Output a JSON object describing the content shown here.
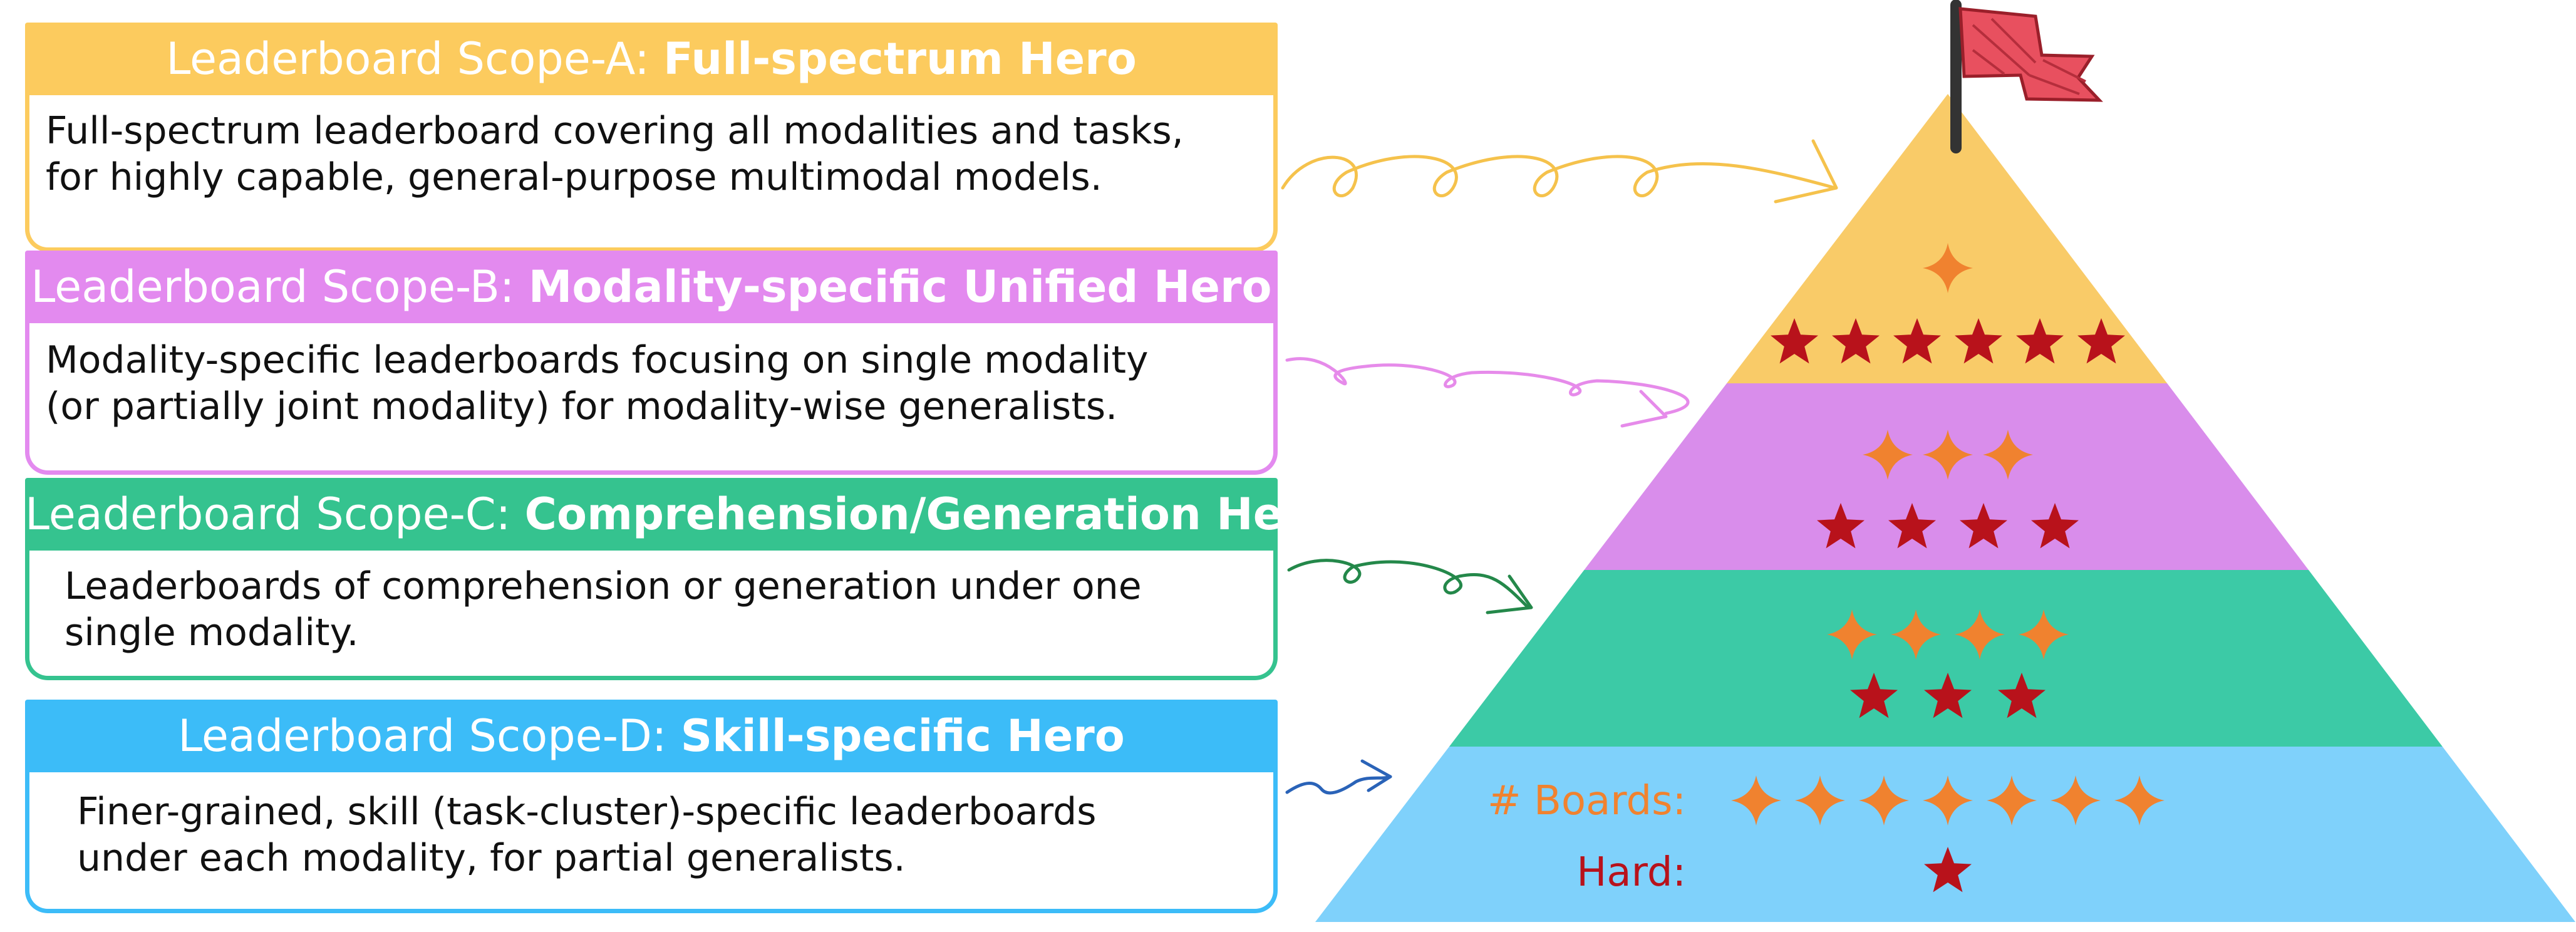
{
  "scopes": [
    {
      "header_prefix": "Leaderboard Scope-A: ",
      "header_bold": "Full-spectrum Hero",
      "desc_lines": [
        "Full-spectrum leaderboard covering all modalities and tasks,",
        "for highly capable, general-purpose multimodal models."
      ],
      "color": "#FCCB5E"
    },
    {
      "header_prefix": "Leaderboard Scope-B: ",
      "header_bold": "Modality-specific Unified Hero",
      "desc_lines": [
        "Modality-specific leaderboards focusing on single modality",
        "(or partially joint modality) for modality-wise generalists."
      ],
      "color": "#E38AEF"
    },
    {
      "header_prefix": "Leaderboard Scope-C: ",
      "header_bold": "Comprehension/Generation Hero",
      "desc_lines": [
        "Leaderboards of comprehension or generation under one",
        "single modality."
      ],
      "color": "#35C38F"
    },
    {
      "header_prefix": "Leaderboard Scope-D: ",
      "header_bold": "Skill-specific Hero",
      "desc_lines": [
        "Finer-grained, skill (task-cluster)-specific leaderboards",
        "under each modality, for partial generalists."
      ],
      "color": "#3CBCF8"
    }
  ],
  "pyramid": {
    "levels": [
      {
        "scope": "A",
        "color": "#F9CB68",
        "boards_stars": 1,
        "hard_stars": 6
      },
      {
        "scope": "B",
        "color": "#D98DEB",
        "boards_stars": 3,
        "hard_stars": 4
      },
      {
        "scope": "C",
        "color": "#3CCAA6",
        "boards_stars": 4,
        "hard_stars": 3
      },
      {
        "scope": "D",
        "color": "#7FD1FB",
        "boards_stars": 7,
        "hard_stars": 1
      }
    ],
    "boards_label": "# Boards:",
    "hard_label": "Hard:",
    "boards_star_color": "#F0822F",
    "hard_star_color": "#B8121B",
    "flag_color": "#E8505F",
    "pole_color": "#333333"
  },
  "arrow_colors": [
    "#F5C24C",
    "#E68BEA",
    "#24884A",
    "#2A63B8"
  ]
}
